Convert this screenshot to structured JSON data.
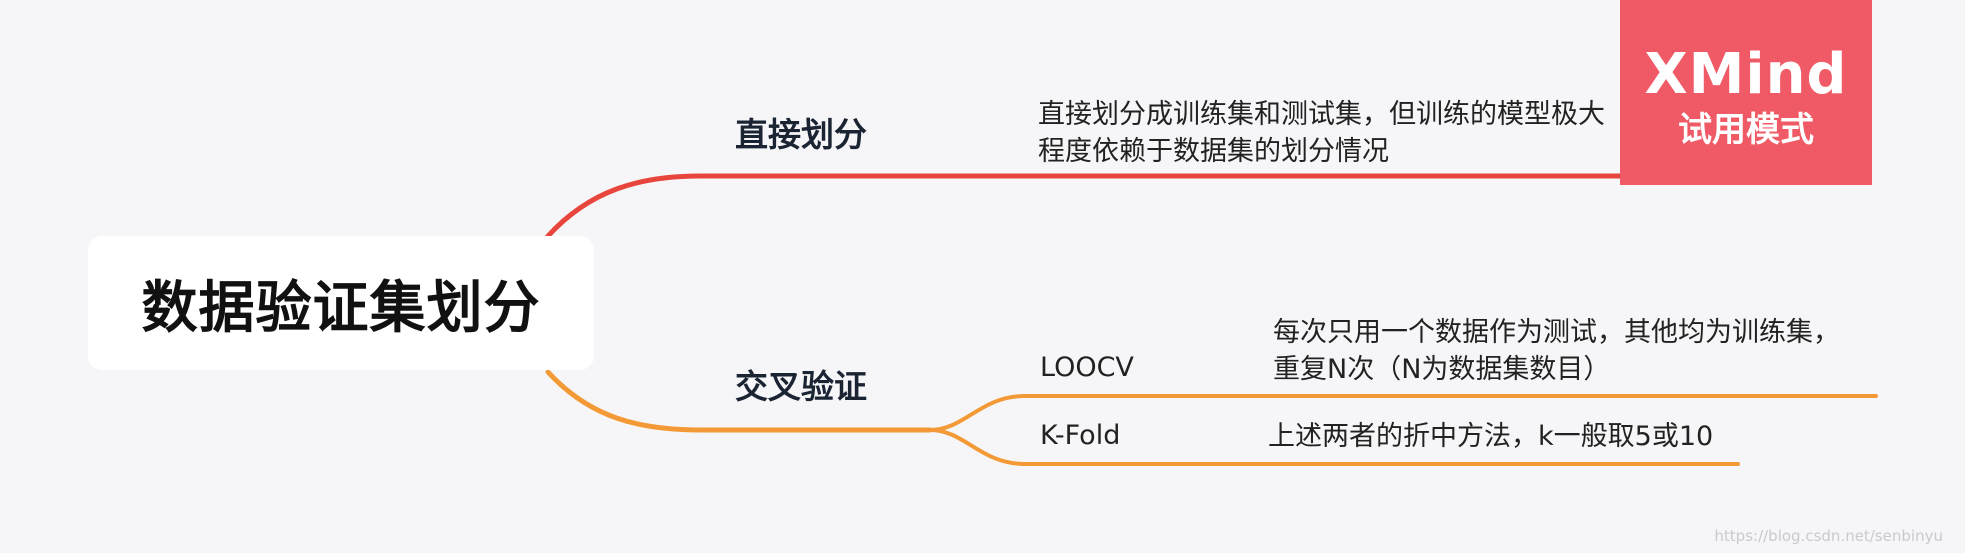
{
  "root": {
    "label": "数据验证集划分"
  },
  "branches": [
    {
      "label": "直接划分",
      "note_lines": [
        "直接划分成训练集和测试集，但训练的模型极大",
        "程度依赖于数据集的划分情况"
      ],
      "color": "#e8463c"
    },
    {
      "label": "交叉验证",
      "color": "#f39a36",
      "children": [
        {
          "label": "LOOCV",
          "note_lines": [
            "每次只用一个数据作为测试，其他均为训练集，",
            "重复N次（N为数据集数目）"
          ]
        },
        {
          "label": "K-Fold",
          "note_lines": [
            "上述两者的折中方法，k一般取5或10"
          ]
        }
      ]
    }
  ],
  "badge": {
    "brand": "XMind",
    "mode": "试用模式",
    "color": "#ef5a66"
  },
  "watermark": "https://blog.csdn.net/senbinyu"
}
